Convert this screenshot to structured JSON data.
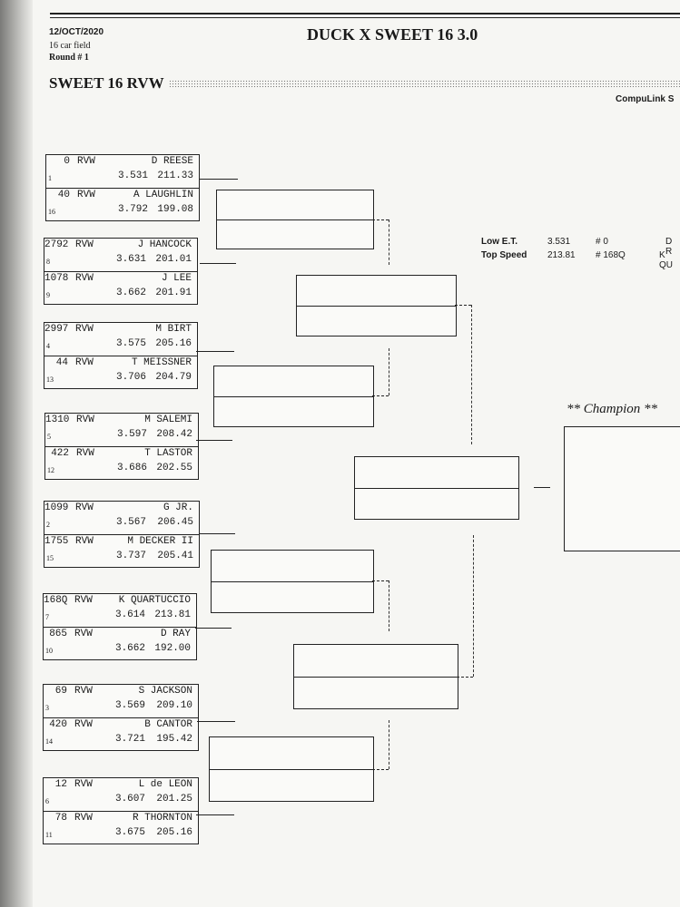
{
  "header": {
    "date": "12/OCT/2020",
    "field": "16 car field",
    "round": "Round # 1",
    "title": "DUCK X SWEET 16 3.0",
    "subtitle": "SWEET 16 RVW",
    "brand": "CompuLink S"
  },
  "stats": {
    "low_et_label": "Low E.T.",
    "low_et_value": "3.531",
    "low_et_car": "# 0",
    "low_et_driver": "D R",
    "top_speed_label": "Top Speed",
    "top_speed_value": "213.81",
    "top_speed_car": "# 168Q",
    "top_speed_driver": "K QU"
  },
  "champion_label": "** Champion **",
  "pairs": [
    {
      "top": {
        "car": "0",
        "cls": "RVW",
        "driver": "D REESE",
        "seed": "1",
        "et": "3.531",
        "speed": "211.33"
      },
      "bot": {
        "car": "40",
        "cls": "RVW",
        "driver": "A LAUGHLIN",
        "seed": "16",
        "et": "3.792",
        "speed": "199.08"
      }
    },
    {
      "top": {
        "car": "2792",
        "cls": "RVW",
        "driver": "J HANCOCK",
        "seed": "8",
        "et": "3.631",
        "speed": "201.01"
      },
      "bot": {
        "car": "1078",
        "cls": "RVW",
        "driver": "J LEE",
        "seed": "9",
        "et": "3.662",
        "speed": "201.91"
      }
    },
    {
      "top": {
        "car": "2997",
        "cls": "RVW",
        "driver": "M BIRT",
        "seed": "4",
        "et": "3.575",
        "speed": "205.16"
      },
      "bot": {
        "car": "44",
        "cls": "RVW",
        "driver": "T MEISSNER",
        "seed": "13",
        "et": "3.706",
        "speed": "204.79"
      }
    },
    {
      "top": {
        "car": "1310",
        "cls": "RVW",
        "driver": "M SALEMI",
        "seed": "5",
        "et": "3.597",
        "speed": "208.42"
      },
      "bot": {
        "car": "422",
        "cls": "RVW",
        "driver": "T LASTOR",
        "seed": "12",
        "et": "3.686",
        "speed": "202.55"
      }
    },
    {
      "top": {
        "car": "1099",
        "cls": "RVW",
        "driver": "G JR.",
        "seed": "2",
        "et": "3.567",
        "speed": "206.45"
      },
      "bot": {
        "car": "1755",
        "cls": "RVW",
        "driver": "M DECKER II",
        "seed": "15",
        "et": "3.737",
        "speed": "205.41"
      }
    },
    {
      "top": {
        "car": "168Q",
        "cls": "RVW",
        "driver": "K QUARTUCCIO",
        "seed": "7",
        "et": "3.614",
        "speed": "213.81"
      },
      "bot": {
        "car": "865",
        "cls": "RVW",
        "driver": "D RAY",
        "seed": "10",
        "et": "3.662",
        "speed": "192.00"
      }
    },
    {
      "top": {
        "car": "69",
        "cls": "RVW",
        "driver": "S JACKSON",
        "seed": "3",
        "et": "3.569",
        "speed": "209.10"
      },
      "bot": {
        "car": "420",
        "cls": "RVW",
        "driver": "B CANTOR",
        "seed": "14",
        "et": "3.721",
        "speed": "195.42"
      }
    },
    {
      "top": {
        "car": "12",
        "cls": "RVW",
        "driver": "L de LEON",
        "seed": "6",
        "et": "3.607",
        "speed": "201.25"
      },
      "bot": {
        "car": "78",
        "cls": "RVW",
        "driver": "R THORNTON",
        "seed": "11",
        "et": "3.675",
        "speed": "205.16"
      }
    }
  ]
}
